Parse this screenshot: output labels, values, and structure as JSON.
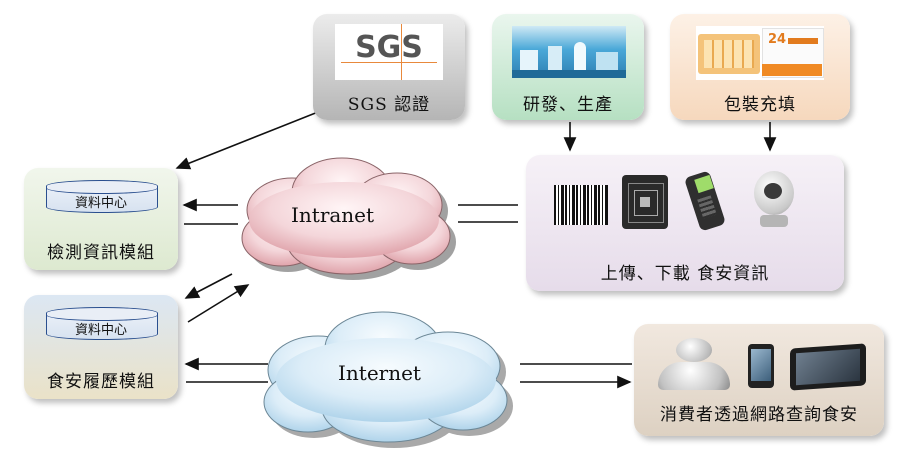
{
  "sgs": {
    "logo_text": "SGS",
    "label": "SGS 認證"
  },
  "rnd": {
    "label": "研發、生產"
  },
  "packaging": {
    "label": "包裝充填"
  },
  "inspection": {
    "db_label": "資料中心",
    "label": "檢測資訊模組"
  },
  "history": {
    "db_label": "資料中心",
    "label": "食安履歷模組"
  },
  "intranet": {
    "label": "Intranet"
  },
  "internet": {
    "label": "Internet"
  },
  "upload": {
    "label": "上傳、下載 食安資訊"
  },
  "consumer": {
    "label": "消費者透過網路查詢食安"
  },
  "package_text": "24"
}
